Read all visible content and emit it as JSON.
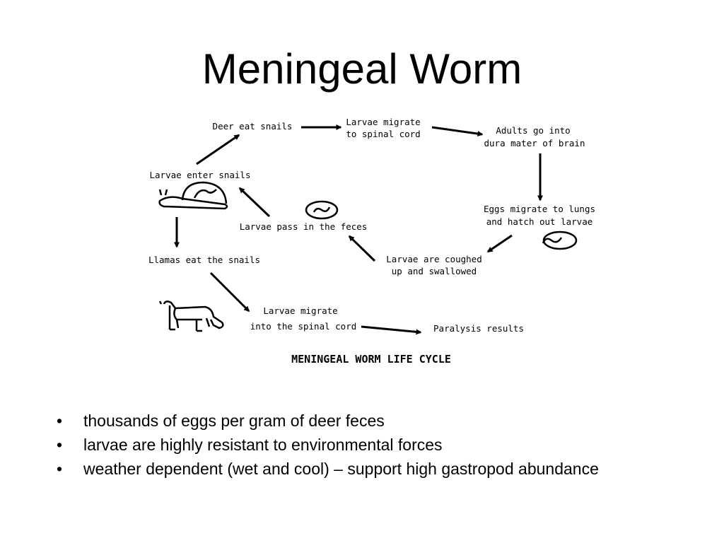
{
  "slide": {
    "title": "Meningeal Worm"
  },
  "diagram": {
    "title": "MENINGEAL WORM LIFE CYCLE",
    "labels": {
      "deer_eat_snails": "Deer eat snails",
      "larvae_migrate_1": "Larvae migrate",
      "larvae_migrate_2": "to spinal cord",
      "adults_1": "Adults go into",
      "adults_2": "dura mater of brain",
      "larvae_enter_snails": "Larvae enter snails",
      "eggs_1": "Eggs migrate to lungs",
      "eggs_2": "and hatch out larvae",
      "larvae_pass": "Larvae pass in the feces",
      "coughed_1": "Larvae are coughed",
      "coughed_2": "up and swallowed",
      "llamas_eat": "Llamas eat the snails",
      "llama_migrate_1": "Larvae migrate",
      "llama_migrate_2": "into the spinal cord",
      "paralysis": "Paralysis results"
    },
    "icons": [
      "snail-icon",
      "larva-in-egg-icon",
      "llama-icon",
      "arrow-icon"
    ]
  },
  "bullets": {
    "marker": "•",
    "items": [
      "thousands of eggs per gram of deer feces",
      "larvae are highly resistant to environmental forces",
      "weather dependent (wet and cool) – support high gastropod abundance"
    ]
  }
}
